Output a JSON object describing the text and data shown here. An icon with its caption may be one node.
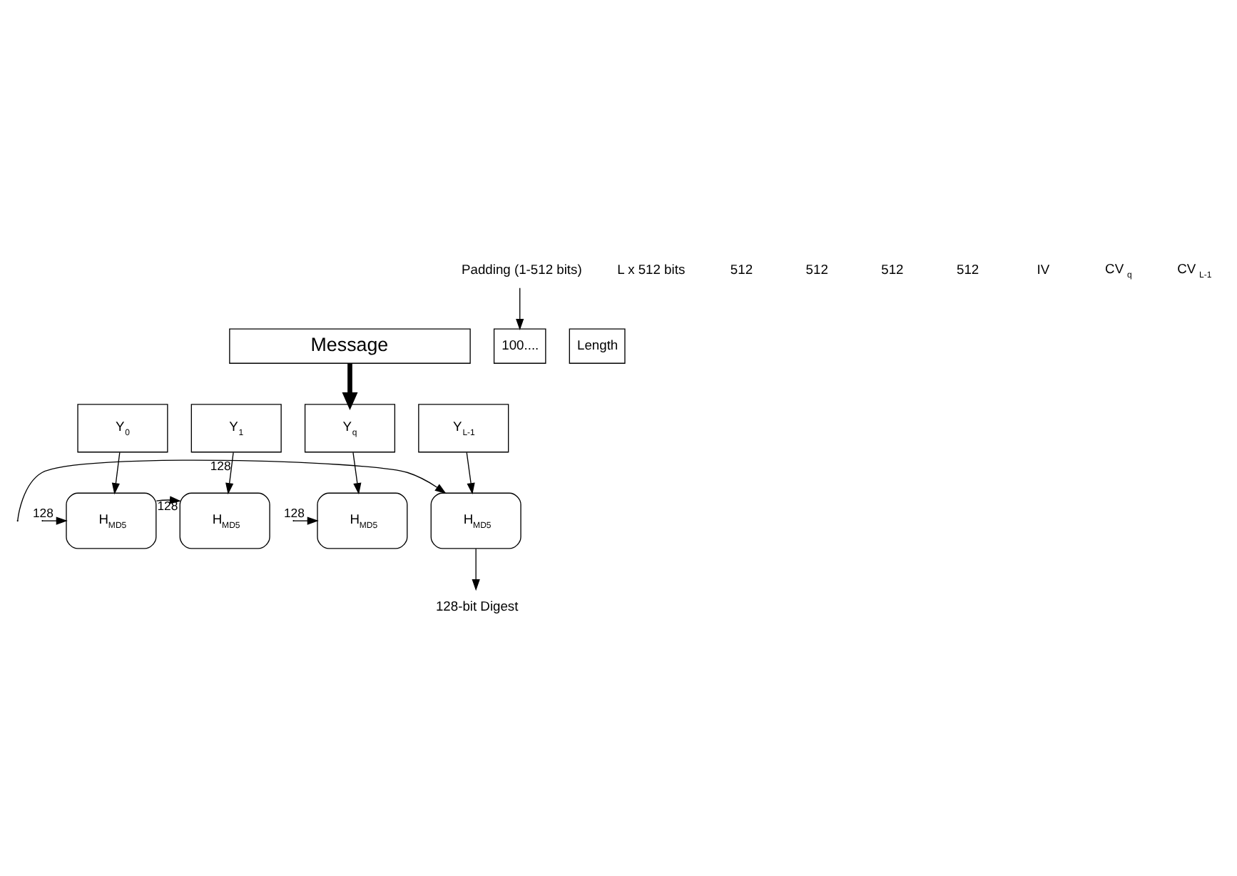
{
  "diagram": {
    "nodes": [
      {
        "text": [
          "Message"
        ]
      },
      {
        "text": [
          "100...."
        ]
      },
      {
        "text": [
          "Length"
        ]
      },
      {
        "text": [
          "Padding (1-512 bits)"
        ]
      },
      {
        "text": [
          "Y$_{0}$"
        ]
      },
      {
        "text": [
          "Y$_{1}$"
        ]
      },
      {
        "text": [
          "Y$_{q}$"
        ]
      },
      {
        "text": [
          "Y$_{L-1}$"
        ]
      },
      {
        "text": [
          "H$_{MD5}$"
        ]
      },
      {
        "text": [
          "H$_{MD5}$"
        ]
      },
      {
        "text": [
          "H$_{MD5}$"
        ]
      },
      {
        "text": [
          "H$_{MD5}$"
        ]
      },
      {
        "text": [
          "128-bit Digest"
        ]
      }
    ],
    "edges": [
      {
        "from": 3,
        "to": 1,
        "arrow": "to"
      },
      {
        "from": 0,
        "to": 6,
        "arrow": "to",
        "style": "thick"
      },
      {
        "from": 4,
        "to": 8,
        "arrow": "to"
      },
      {
        "from": 5,
        "to": 9,
        "arrow": "to"
      },
      {
        "from": 6,
        "to": 10,
        "arrow": "to"
      },
      {
        "from": 7,
        "to": 11,
        "arrow": "to"
      },
      {
        "from": null,
        "to": 8,
        "arrow": "to",
        "label": "128"
      },
      {
        "from": 8,
        "to": 9,
        "arrow": "to",
        "label": "128"
      },
      {
        "from": null,
        "to": 10,
        "arrow": "to",
        "label": "128"
      },
      {
        "from": null,
        "to": 11,
        "arrow": "to",
        "label": "128"
      },
      {
        "from": 11,
        "to": 12,
        "arrow": "to"
      }
    ],
    "labels": [
      "L x 512 bits",
      "512",
      "512",
      "512",
      "512",
      "IV",
      "CV $_{q}$",
      "CV $_{L-1}$"
    ]
  }
}
